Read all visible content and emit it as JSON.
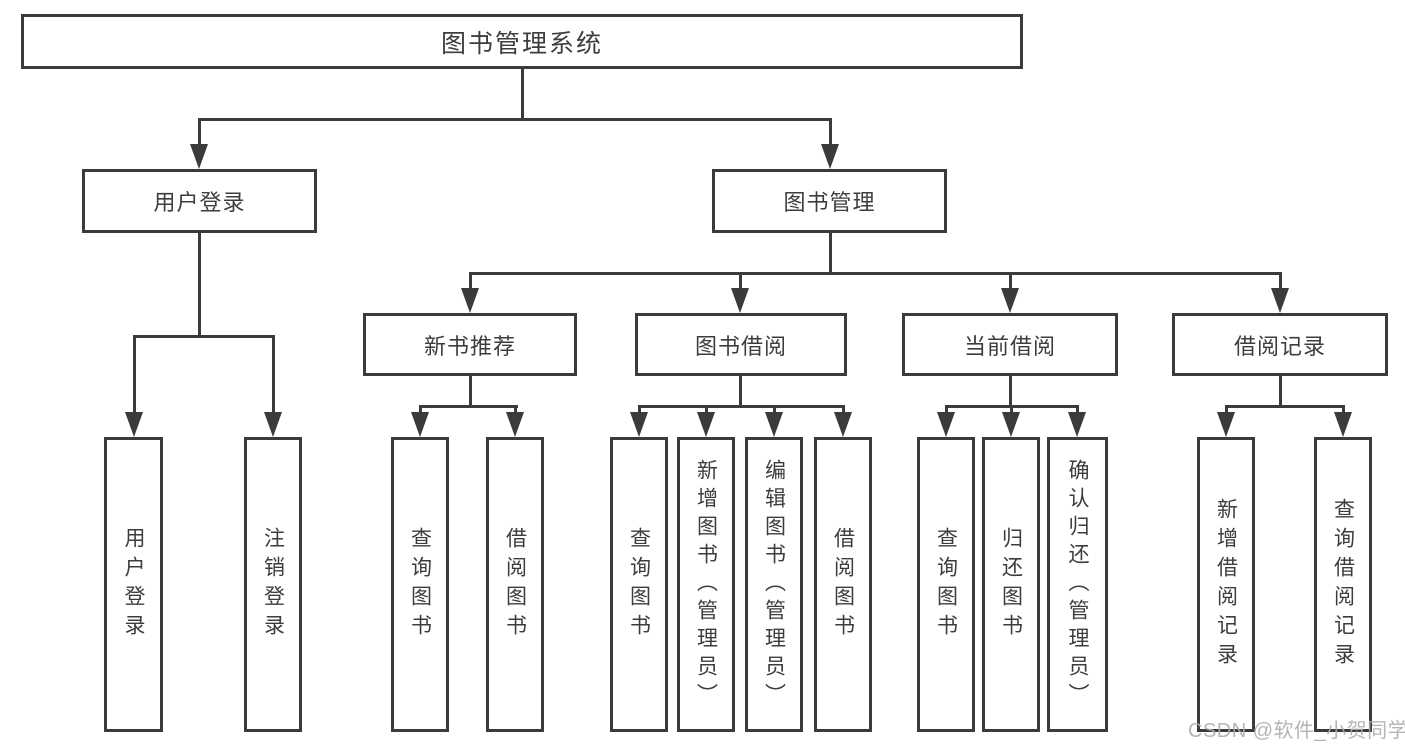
{
  "diagram": {
    "root": {
      "label": "图书管理系统"
    },
    "branches": [
      {
        "label": "用户登录",
        "children": [
          {
            "label": "用户登录"
          },
          {
            "label": "注销登录"
          }
        ]
      },
      {
        "label": "图书管理",
        "children": [
          {
            "label": "新书推荐",
            "children": [
              {
                "label": "查询图书"
              },
              {
                "label": "借阅图书"
              }
            ]
          },
          {
            "label": "图书借阅",
            "children": [
              {
                "label": "查询图书"
              },
              {
                "label": "新增图书（管理员）"
              },
              {
                "label": "编辑图书（管理员）"
              },
              {
                "label": "借阅图书"
              }
            ]
          },
          {
            "label": "当前借阅",
            "children": [
              {
                "label": "查询图书"
              },
              {
                "label": "归还图书"
              },
              {
                "label": "确认归还（管理员）"
              }
            ]
          },
          {
            "label": "借阅记录",
            "children": [
              {
                "label": "新增借阅记录"
              },
              {
                "label": "查询借阅记录"
              }
            ]
          }
        ]
      }
    ]
  },
  "watermark": {
    "text": "CSDN @软件_小贺同学"
  },
  "colors": {
    "line": "#3b3b3b",
    "text": "#3d3d3d",
    "background": "#ffffff",
    "watermark": "#adadad"
  }
}
